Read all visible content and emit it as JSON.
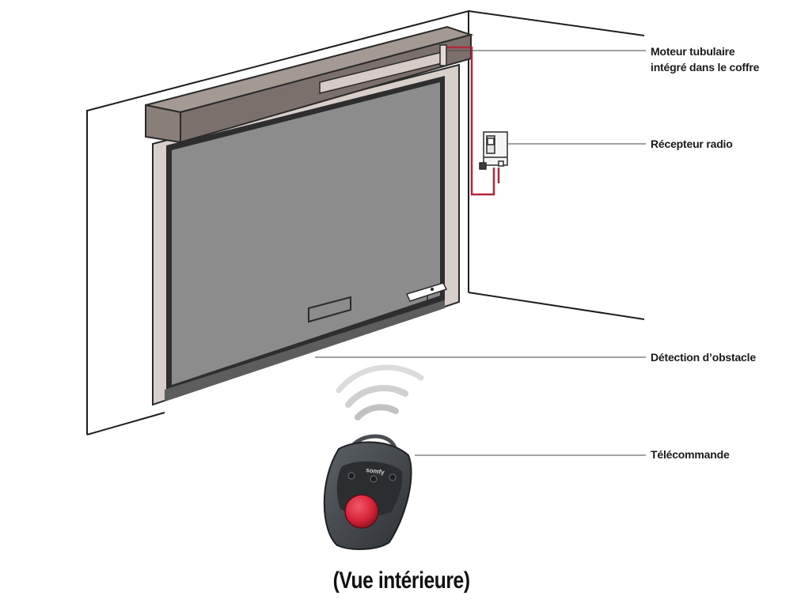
{
  "labels": {
    "motor_line1": "Moteur tubulaire",
    "motor_line2": "intégré dans le coffre",
    "receiver": "Récepteur radio",
    "obstacle": "Détection d’obstacle",
    "remote": "Télécommande"
  },
  "caption": "(Vue intérieure)",
  "remote_brand": "somfy",
  "colors": {
    "door_panel": "#8c8c8c",
    "box": "#8a7e78",
    "frame": "#d9cfca",
    "wire": "#b0263c",
    "remote_button": "#d8243a",
    "remote_body": "#3f4347"
  }
}
